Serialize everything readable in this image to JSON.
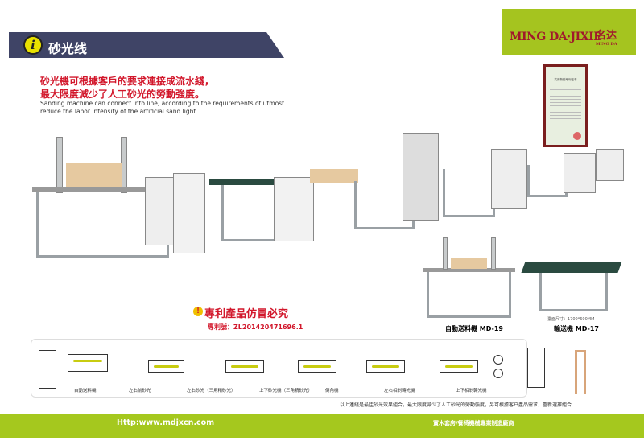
{
  "header": {
    "title": "砂光线",
    "icon": "info-icon"
  },
  "logo": {
    "text": "MING DA·JIXIE",
    "mark": "名达",
    "mark_sub": "MING DA"
  },
  "intro": {
    "cn_line1": "砂光機可根據客戶的要求連接成流水綫，",
    "cn_line2": "最大限度減少了人工砂光的勞動強度。",
    "en_line1": "Sanding machine can connect into line, according to the requirements of utmost",
    "en_line2": "reduce the labor intensity of the artificial sand light."
  },
  "certificate": {
    "title": "实用新型专利证书"
  },
  "patent": {
    "warning": "專利產品仿冒必究",
    "number": "專利號：ZL201420471696.1"
  },
  "machines": [
    {
      "label": "自動送料機 MD-19"
    },
    {
      "label": "輸送機 MD-17",
      "size": "臺面尺寸：1700*600MM"
    }
  ],
  "flow": {
    "steps": [
      "自動送料機",
      "左右前砂光",
      "左右砂光（三角精砂光）",
      "上下砂光機（三角精砂光）",
      "倒角機",
      "左右相剎轉光機",
      "上下相剎轉光機"
    ]
  },
  "caption": "以上連綫是最佳砂光效果組合，最大限度減少了人工砂光的勞動強度，另可根據客户產品需求，重新選擇組合",
  "footer": {
    "url": "Http:www.mdjxcn.com",
    "slogan": "實木套房/餐椅機械專業制造廠商"
  }
}
